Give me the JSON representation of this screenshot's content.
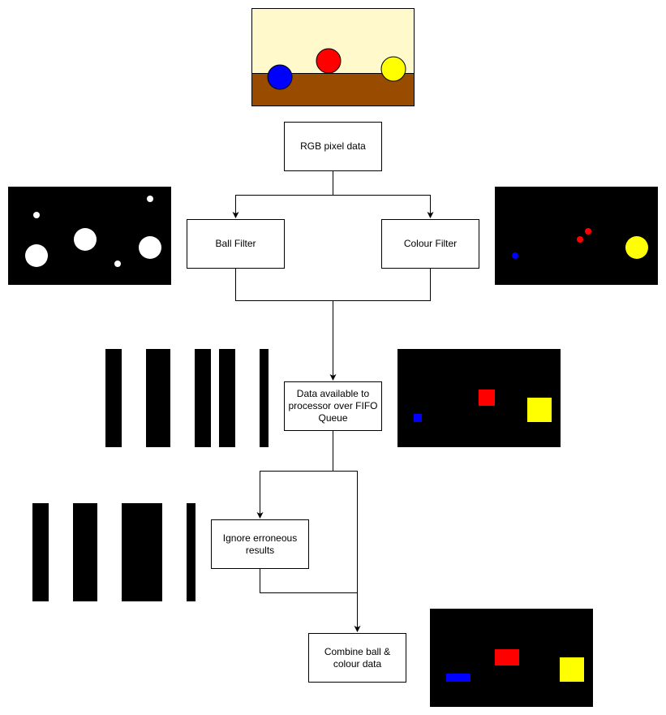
{
  "colors": {
    "sky": "#fff9cc",
    "ground": "#994c00",
    "ball_blue": "#0000ff",
    "ball_red": "#ff0000",
    "ball_yellow": "#ffff00",
    "panel_black": "#000000",
    "white": "#ffffff",
    "line": "#000000"
  },
  "nodes": {
    "rgb": "RGB pixel data",
    "ball_filter": "Ball Filter",
    "colour_filter": "Colour Filter",
    "data_available": "Data available to processor over FIFO Queue",
    "ignore": "Ignore erroneous results",
    "combine": "Combine ball & colour data"
  },
  "panels": {
    "scene_icon": "scene-image",
    "ball_filter_output_icon": "ball-filter-output-image",
    "colour_filter_output_icon": "colour-filter-output-image",
    "ball_columns_icon": "ball-column-data-image",
    "colour_blocks_icon": "colour-block-data-image",
    "filtered_columns_icon": "filtered-column-data-image",
    "combined_icon": "combined-data-image"
  }
}
